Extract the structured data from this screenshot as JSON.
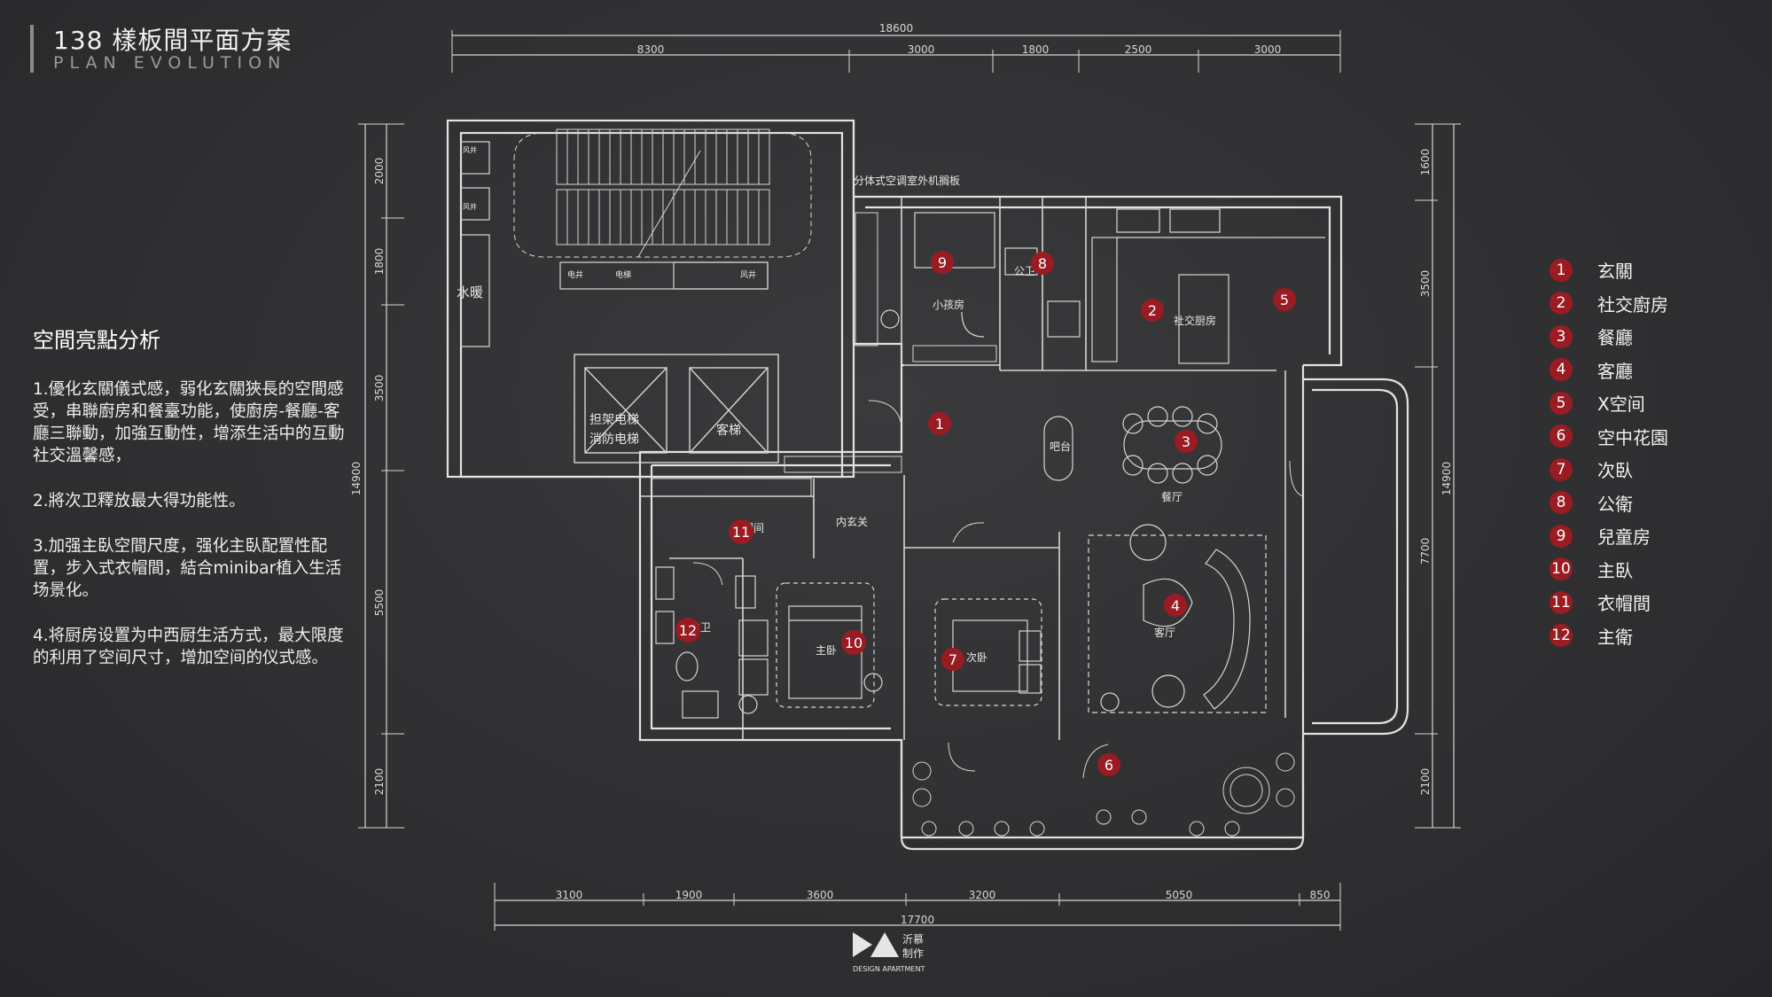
{
  "header": {
    "title": "138 樣板間平面方案",
    "subtitle": "PLAN EVOLUTION"
  },
  "analysis": {
    "heading": "空間亮點分析",
    "points": [
      "1.優化玄關儀式感，弱化玄關狹長的空間感受，串聯廚房和餐臺功能，使廚房-餐廳-客廳三聯動，加強互動性，增添生活中的互動社交溫馨感，",
      "2.將次卫釋放最大得功能性。",
      "3.加强主臥空間尺度，强化主臥配置性配置，步入式衣帽間，結合minibar植入生活场景化。",
      "4.将厨房设置为中西厨生活方式，最大限度的利用了空间尺寸，增加空间的仪式感。"
    ]
  },
  "legend": [
    {
      "num": "1",
      "label": "玄關"
    },
    {
      "num": "2",
      "label": "社交廚房"
    },
    {
      "num": "3",
      "label": "餐廳"
    },
    {
      "num": "4",
      "label": "客廳"
    },
    {
      "num": "5",
      "label": "X空间"
    },
    {
      "num": "6",
      "label": "空中花園"
    },
    {
      "num": "7",
      "label": "次臥"
    },
    {
      "num": "8",
      "label": "公衛"
    },
    {
      "num": "9",
      "label": "兒童房"
    },
    {
      "num": "10",
      "label": "主臥"
    },
    {
      "num": "11",
      "label": "衣帽間"
    },
    {
      "num": "12",
      "label": "主衛"
    }
  ],
  "dimensions": {
    "top_total": "18600",
    "top_segments": [
      "8300",
      "3000",
      "1800",
      "2500",
      "3000"
    ],
    "bottom_total": "17700",
    "bottom_segments": [
      "3100",
      "1900",
      "3600",
      "3200",
      "5050",
      "850"
    ],
    "left_total": "14900",
    "left_segments": [
      "2000",
      "1800",
      "3500",
      "5500",
      "2100"
    ],
    "right_total": "14900",
    "right_segments": [
      "1600",
      "3500",
      "7700",
      "2100"
    ]
  },
  "plan_labels": {
    "water_heater": "水暖",
    "ac_board": "分体式空调室外机搁板",
    "stretcher_elevator_1": "担架电梯",
    "stretcher_elevator_2": "消防电梯",
    "guest_elevator": "客梯",
    "electric_well": "电井",
    "weak_well": "电梯",
    "air_well": "风井",
    "air_well_2": "风井",
    "air_well_3": "风井",
    "kids_room": "小孩房",
    "public_bath": "公卫",
    "social_kitchen": "社交厨房",
    "bar": "吧台",
    "dining": "餐厅",
    "inner_foyer": "内玄关",
    "cloak": "衣帽间",
    "master_bath": "主卫",
    "master_bed": "主卧",
    "second_bed": "次卧",
    "living": "客厅"
  },
  "markers": [
    "1",
    "2",
    "3",
    "4",
    "5",
    "6",
    "7",
    "8",
    "9",
    "10",
    "11",
    "12"
  ],
  "logo": {
    "text": "DESIGN APARTMENT",
    "mark": "DA",
    "cn1": "沂慕",
    "cn2": "制作"
  },
  "colors": {
    "accent": "#9b1b22",
    "line": "#d8d8d8",
    "background": "#2f2f31"
  }
}
